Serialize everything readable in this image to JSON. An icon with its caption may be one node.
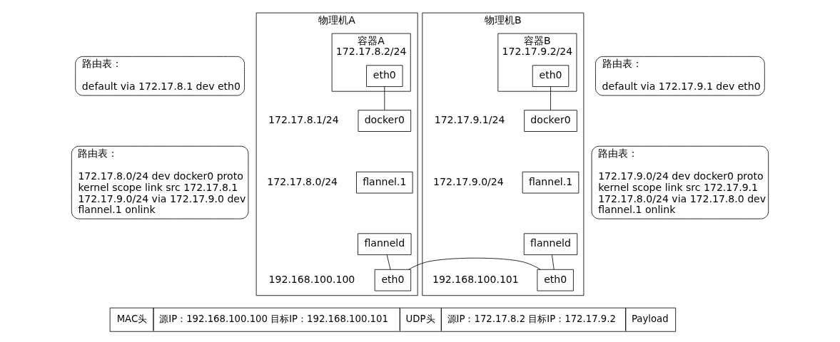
{
  "diagram": {
    "nodes": [
      {
        "text": [
          "物理机A"
        ]
      },
      {
        "text": [
          "容器A",
          "172.17.8.2/24"
        ],
        "in": 0
      },
      {
        "text": [
          "eth0"
        ],
        "in": 1
      },
      {
        "text": [
          "docker0"
        ],
        "in": 0,
        "beside": [
          "172.17.8.1/24"
        ]
      },
      {
        "text": [
          "flannel.1"
        ],
        "in": 0,
        "beside": [
          "172.17.8.0/24"
        ]
      },
      {
        "text": [
          "flanneld"
        ],
        "in": 0
      },
      {
        "text": [
          "eth0"
        ],
        "in": 0,
        "beside": [
          "192.168.100.100"
        ]
      },
      {
        "text": [
          "路由表：",
          "default via 172.17.8.1 dev eth0"
        ]
      },
      {
        "text": [
          "路由表：",
          "172.17.8.0/24 dev docker0 proto kernel scope link src 172.17.8.1",
          "172.17.9.0/24 via 172.17.9.0 dev flannel.1 onlink"
        ]
      },
      {
        "text": [
          "物理机B"
        ]
      },
      {
        "text": [
          "容器B",
          "172.17.9.2/24"
        ],
        "in": 9
      },
      {
        "text": [
          "eth0"
        ],
        "in": 10
      },
      {
        "text": [
          "docker0"
        ],
        "in": 9,
        "beside": [
          "172.17.9.1/24"
        ]
      },
      {
        "text": [
          "flannel.1"
        ],
        "in": 9,
        "beside": [
          "172.17.9.0/24"
        ]
      },
      {
        "text": [
          "flanneld"
        ],
        "in": 9
      },
      {
        "text": [
          "eth0"
        ],
        "in": 9,
        "beside": [
          "192.168.100.101"
        ]
      },
      {
        "text": [
          "路由表：",
          "default via 172.17.9.1 dev eth0"
        ]
      },
      {
        "text": [
          "路由表：",
          "172.17.9.0/24 dev docker0 proto kernel scope link src 172.17.9.1",
          "172.17.8.0/24 via 172.17.8.0 dev flannel.1 onlink"
        ]
      }
    ],
    "edges": [
      {
        "from": 2,
        "to": 3,
        "arrow": "none"
      },
      {
        "from": 5,
        "to": 6,
        "arrow": "none"
      },
      {
        "from": 6,
        "to": 15,
        "arrow": "none"
      },
      {
        "from": 15,
        "to": 14,
        "arrow": "none"
      },
      {
        "from": 11,
        "to": 12,
        "arrow": "none"
      }
    ],
    "labels": [
      "MAC头",
      "源IP：192.168.100.100 目标IP：192.168.100.101",
      "UDP头",
      "源IP：172.17.8.2 目标IP：172.17.9.2",
      "Payload"
    ]
  }
}
